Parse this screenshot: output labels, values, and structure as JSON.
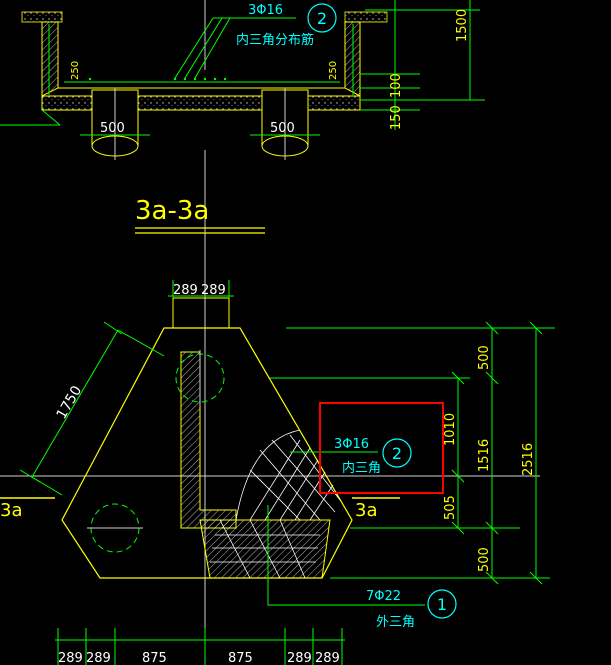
{
  "colors": {
    "background": "#000000",
    "outline": "#ffff00",
    "dims": "#00ff00",
    "rebar": "#00ff00",
    "text_cyan": "#00ffff",
    "text_yellow": "#ffff00",
    "white": "#ffffff",
    "highlight_box": "#ff0000",
    "axis": "#cccccc"
  },
  "top_view": {
    "rebar_label": "3Φ16",
    "rebar_desc": "内三角分布筋",
    "rebar_marker": "2",
    "dim_1500": "1500",
    "dim_100": "100",
    "dim_150": "150",
    "dim_250_left": "250",
    "dim_250_right": "250",
    "pile_left_width": "500",
    "pile_right_width": "500"
  },
  "section": {
    "title": "3a-3a",
    "cut_left": "3a",
    "cut_right": "3a",
    "col_dim_left": "289",
    "col_dim_right": "289",
    "slope_dim": "1750",
    "inner_bar_label": "3Φ16",
    "inner_bar_desc": "内三角",
    "inner_bar_marker": "2",
    "outer_bar_label": "7Φ22",
    "outer_bar_desc": "外三角",
    "outer_bar_marker": "1",
    "right_dims": {
      "d500_top": "500",
      "d1010": "1010",
      "d505": "505",
      "d500_bottom": "500",
      "d1516": "1516",
      "d2516": "2516"
    },
    "bottom_dims": [
      "289",
      "289",
      "875",
      "875",
      "289",
      "289"
    ]
  }
}
